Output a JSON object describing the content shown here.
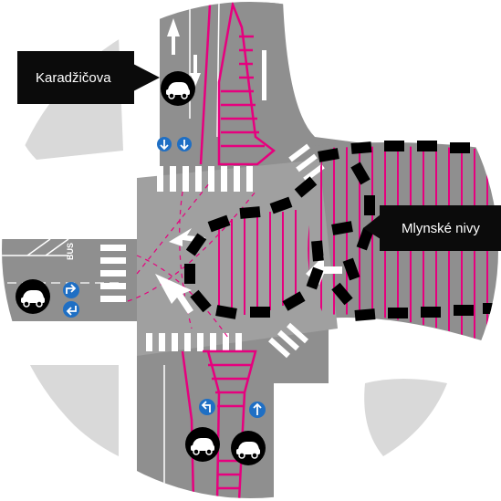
{
  "labels": {
    "street_north": "Karadžičova",
    "street_east": "Mlynské nivy"
  },
  "road_text": {
    "bus_lane": "BUS"
  },
  "colors": {
    "road": "#8f8f8f",
    "road_light": "#a8a8a8",
    "block": "#d9d9d9",
    "magenta": "#e6007e",
    "label_bg": "#0b0b0b",
    "label_text": "#ffffff",
    "sign_blue": "#1f6fc4",
    "marker_black": "#000000",
    "white": "#ffffff"
  },
  "icons": [
    "car-icon",
    "direction-sign-icon",
    "arrow-left-icon",
    "arrow-up-icon",
    "arrow-down-icon",
    "lane-arrow-icon",
    "pointer-triangle-icon"
  ]
}
